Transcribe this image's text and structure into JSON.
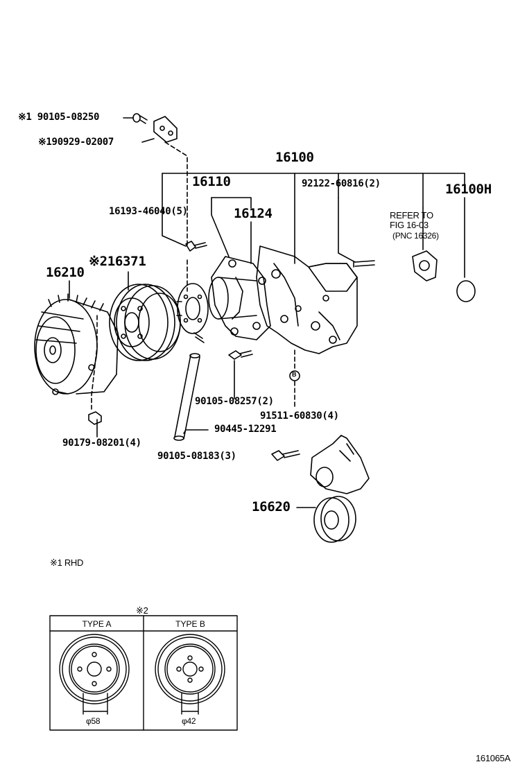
{
  "title": "",
  "callouts": {
    "p90105_08250": "※1 90105-08250",
    "p90929_02007": "※190929-02007",
    "p16100": "16100",
    "p16110": "16110",
    "p92122": "92122-60816(2)",
    "p16100h": "16100H",
    "p16193": "16193-46040(5)",
    "p16124": "16124",
    "refer_line1": "REFER TO",
    "refer_line2": "FIG 16-03",
    "refer_line3": "(PNC 16326)",
    "p16210": "16210",
    "p16371": "※216371",
    "p90105_08257": "90105-08257(2)",
    "p91511": "91511-60830(4)",
    "p90445": "90445-12291",
    "p90179": "90179-08201(4)",
    "p90105_08183": "90105-08183(3)",
    "p16620": "16620",
    "marker_b": "B"
  },
  "notes": {
    "rhd": "※1 RHD",
    "box_mark": "※2"
  },
  "type_table": {
    "type_a": {
      "header": "TYPE A",
      "dimension": "φ58"
    },
    "type_b": {
      "header": "TYPE B",
      "dimension": "φ42"
    }
  },
  "figure_number": "161065A"
}
